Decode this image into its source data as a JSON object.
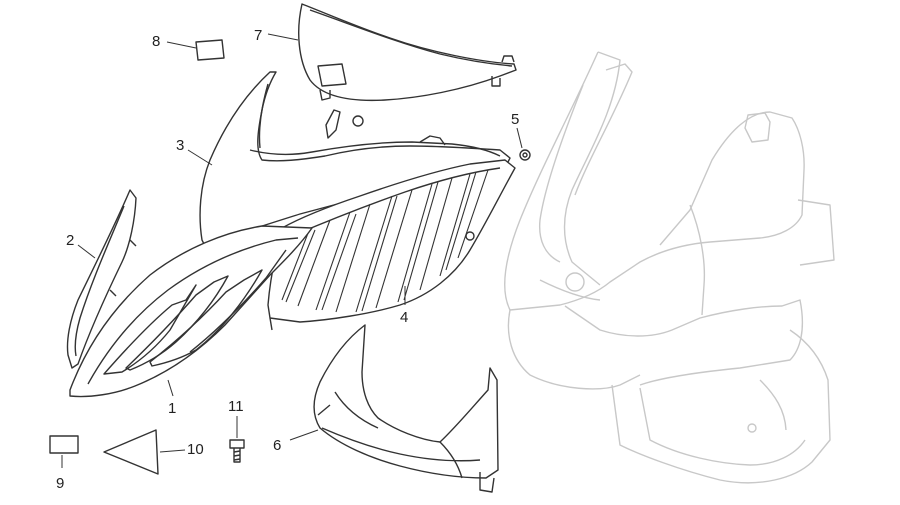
{
  "diagram": {
    "callouts": [
      {
        "id": "1",
        "label": "1"
      },
      {
        "id": "2",
        "label": "2"
      },
      {
        "id": "3",
        "label": "3"
      },
      {
        "id": "4",
        "label": "4"
      },
      {
        "id": "5",
        "label": "5"
      },
      {
        "id": "6",
        "label": "6"
      },
      {
        "id": "7",
        "label": "7"
      },
      {
        "id": "8",
        "label": "8"
      },
      {
        "id": "9",
        "label": "9"
      },
      {
        "id": "10",
        "label": "10"
      },
      {
        "id": "11",
        "label": "11"
      }
    ],
    "colors": {
      "line": "#333333",
      "ghost": "#c8c8c8",
      "background": "#ffffff"
    }
  }
}
